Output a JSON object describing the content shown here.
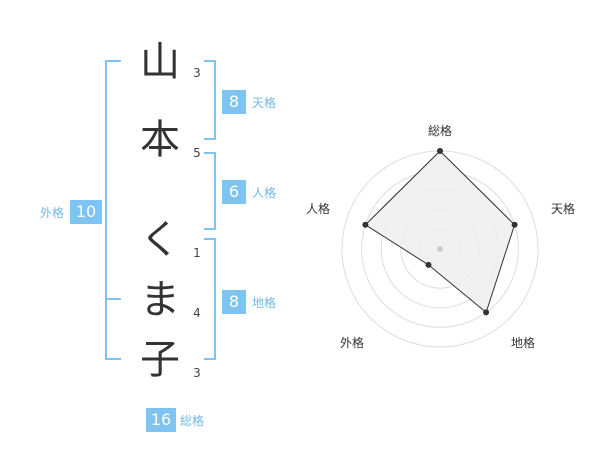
{
  "name": {
    "chars": [
      {
        "char": "山",
        "strokes": "3"
      },
      {
        "char": "本",
        "strokes": "5"
      },
      {
        "char": "く",
        "strokes": "1"
      },
      {
        "char": "ま",
        "strokes": "4"
      },
      {
        "char": "子",
        "strokes": "3"
      }
    ]
  },
  "kaku": {
    "tenkaku": {
      "value": "8",
      "label": "天格"
    },
    "jinkaku": {
      "value": "6",
      "label": "人格"
    },
    "chikaku": {
      "value": "8",
      "label": "地格"
    },
    "gaikaku": {
      "value": "10",
      "label": "外格"
    },
    "soukaku": {
      "value": "16",
      "label": "総格"
    }
  },
  "colors": {
    "accent": "#7fc4f0",
    "label": "#73b8e6",
    "text": "#333333",
    "radar_fill": "#f0f0f0",
    "radar_grid": "#dddddd"
  },
  "chart_data": {
    "type": "radar",
    "axes": [
      "総格",
      "天格",
      "地格",
      "外格",
      "人格"
    ],
    "values": [
      5,
      4,
      4,
      1,
      4
    ],
    "rmax": 5,
    "rings": 5
  }
}
